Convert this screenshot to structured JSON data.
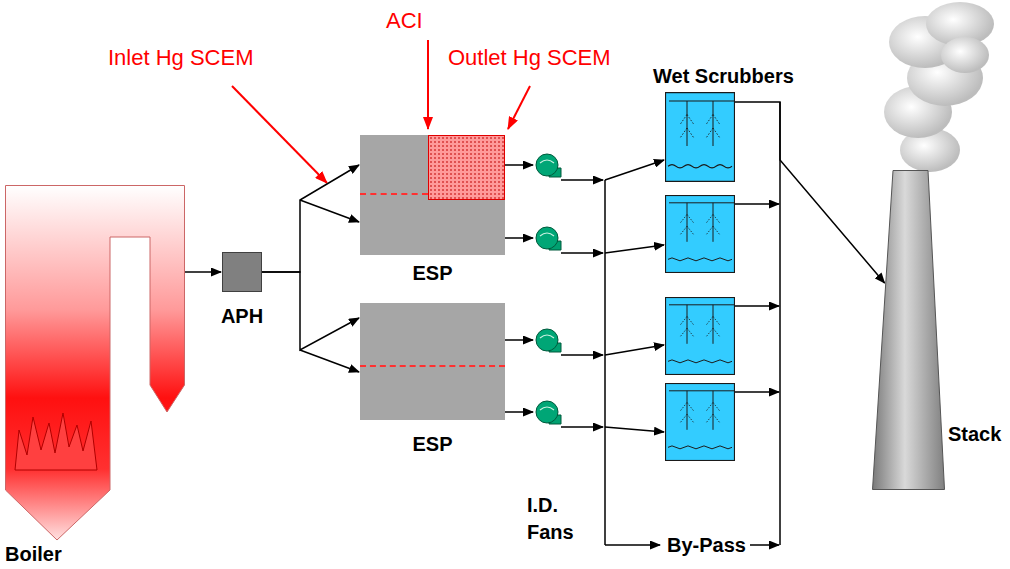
{
  "diagram": {
    "nodes": [
      {
        "text": [
          "Boiler"
        ]
      },
      {
        "text": [
          "APH"
        ]
      },
      {
        "text": [
          "ESP"
        ]
      },
      {
        "text": [
          "ESP"
        ]
      },
      {
        "text": [
          "Wet Scrubbers"
        ]
      },
      {
        "text": [
          "Stack"
        ]
      }
    ],
    "edges": [
      {
        "from": 0,
        "to": 1,
        "arrow": "to"
      },
      {
        "from": 1,
        "to": 2,
        "arrow": "to"
      },
      {
        "from": 1,
        "to": 3,
        "arrow": "to"
      },
      {
        "from": 4,
        "to": 5,
        "arrow": "to"
      }
    ],
    "labels": [
      "Inlet Hg SCEM",
      "ACI",
      "Outlet Hg SCEM",
      "I.D. Fans",
      "By-Pass"
    ]
  }
}
